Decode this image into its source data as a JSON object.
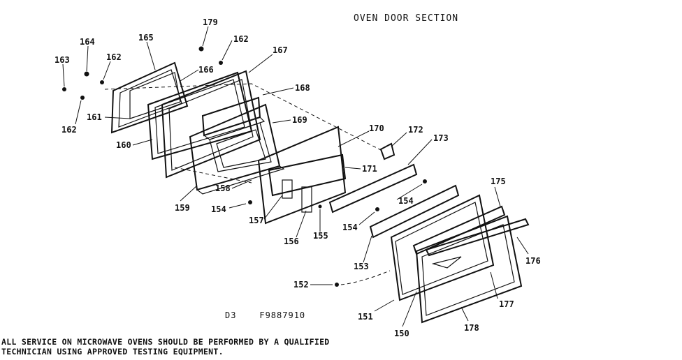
{
  "title": "OVEN DOOR SECTION",
  "drawing_code": "D3    F9887910",
  "note_line1": "ALL SERVICE ON MICROWAVE OVENS SHOULD BE PERFORMED BY A QUALIFIED",
  "note_line2": "TECHNICIAN USING APPROVED TESTING EQUIPMENT.",
  "part_numbers": [
    "150",
    "151",
    "152",
    "153",
    "154",
    "155",
    "156",
    "157",
    "158",
    "159",
    "160",
    "161",
    "162",
    "163",
    "164",
    "165",
    "166",
    "167",
    "168",
    "169",
    "170",
    "171",
    "172",
    "173",
    "175",
    "176",
    "177",
    "178",
    "179"
  ],
  "labels": {
    "p163": "163",
    "p164": "164",
    "p162a": "162",
    "p165": "165",
    "p179": "179",
    "p162b": "162",
    "p167": "167",
    "p166": "166",
    "p168": "168",
    "p161": "161",
    "p162c": "162",
    "p160": "160",
    "p169": "169",
    "p170": "170",
    "p172": "172",
    "p173": "173",
    "p171": "171",
    "p158": "158",
    "p159": "159",
    "p154a": "154",
    "p154b": "154",
    "p157": "157",
    "p156": "156",
    "p155": "155",
    "p154c": "154",
    "p175": "175",
    "p176": "176",
    "p153": "153",
    "p152": "152",
    "p177": "177",
    "p151": "151",
    "p150": "150",
    "p178": "178"
  }
}
